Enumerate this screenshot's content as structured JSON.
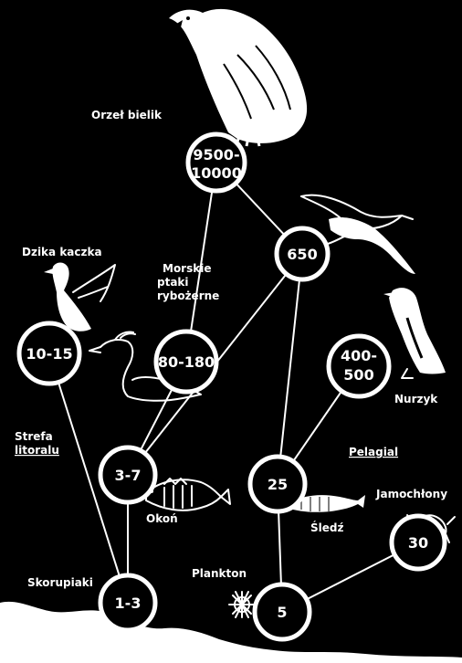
{
  "colors": {
    "background": "#000000",
    "foreground": "#ffffff"
  },
  "nodes": {
    "eagle": {
      "value_line1": "9500-",
      "value_line2": "10000",
      "label": "Orzeł bielik"
    },
    "gull": {
      "value": "650"
    },
    "duck": {
      "value": "10-15",
      "label": "Dzika kaczka"
    },
    "grebe": {
      "value": "80-180",
      "label_line1": "Morskie",
      "label_line2": "ptaki",
      "label_line3": "rybożerne"
    },
    "guillemot": {
      "value_line1": "400-",
      "value_line2": "500",
      "label": "Nurzyk"
    },
    "perch": {
      "value": "3-7",
      "label": "Okoń"
    },
    "herring": {
      "value": "25",
      "label": "Śledź"
    },
    "copepod": {
      "value": "30",
      "label": "Jamochłony"
    },
    "crustacean": {
      "value": "1-3",
      "label": "Skorupiaki"
    },
    "plankton": {
      "value": "5",
      "label": "Plankton"
    }
  },
  "zones": {
    "littoral_line1": "Strefa",
    "littoral_line2": "litoralu",
    "pelagic": "Pelagial"
  },
  "icons": [
    "eagle-icon",
    "gull-icon",
    "duck-icon",
    "grebe-icon",
    "guillemot-icon",
    "perch-icon",
    "herring-icon",
    "jellyfish-icon",
    "crab-icon",
    "plankton-icon"
  ]
}
